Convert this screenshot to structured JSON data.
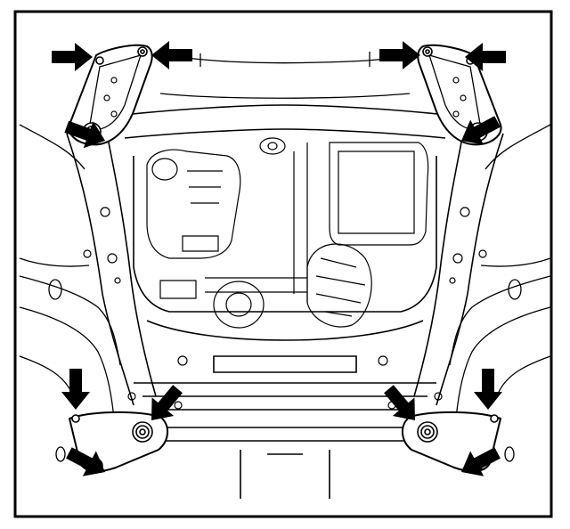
{
  "figure": {
    "description_colors": {
      "line": "#000000",
      "background": "#ffffff",
      "arrow_fill": "#000000"
    },
    "icons": {
      "arrow": "arrow-icon",
      "bolt": "bolt-icon",
      "nut": "nut-icon"
    },
    "arrow_count": 12,
    "callouts": [
      {
        "id": "front-left-top-outer"
      },
      {
        "id": "front-left-top-inner"
      },
      {
        "id": "front-left-lower"
      },
      {
        "id": "front-right-top-inner"
      },
      {
        "id": "front-right-top-outer"
      },
      {
        "id": "front-right-lower"
      },
      {
        "id": "rear-left-top"
      },
      {
        "id": "rear-left-center"
      },
      {
        "id": "rear-left-bottom"
      },
      {
        "id": "rear-right-top"
      },
      {
        "id": "rear-right-center"
      },
      {
        "id": "rear-right-bottom"
      }
    ]
  }
}
